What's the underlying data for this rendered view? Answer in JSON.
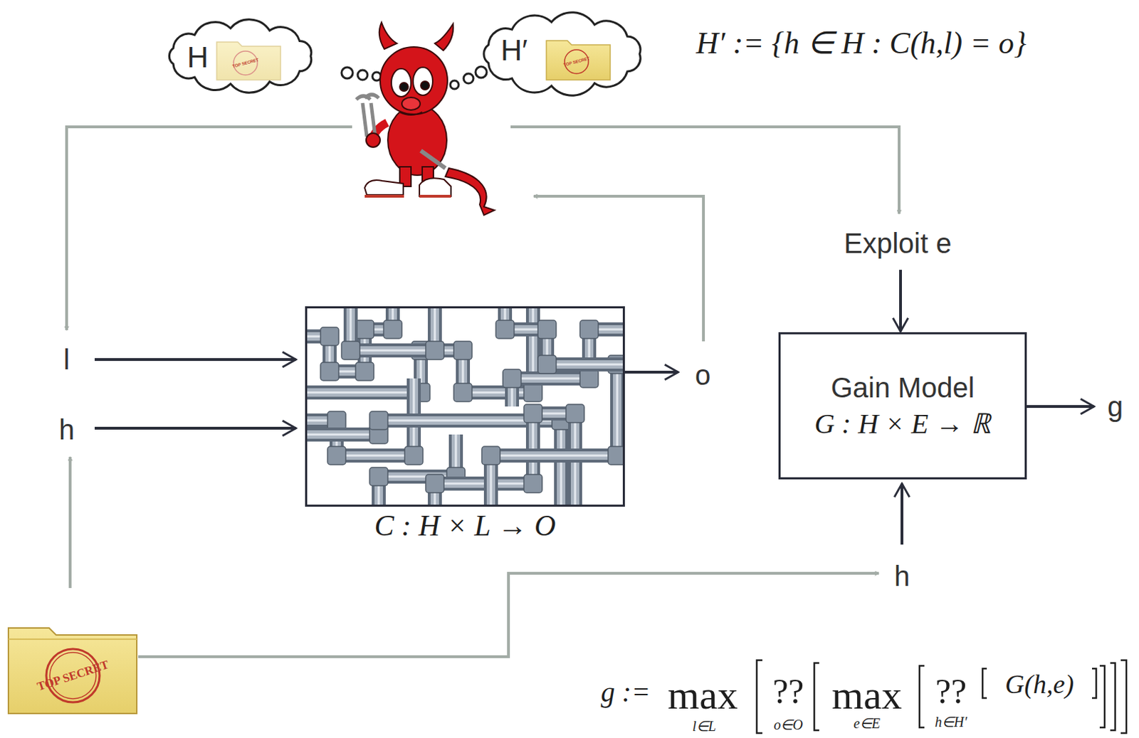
{
  "diagram": {
    "nodes": [
      {
        "text": [
          "C : H × L → O"
        ]
      },
      {
        "text": [
          "Gain Model",
          "G : H × E → ℝ"
        ]
      }
    ],
    "labels": [
      "H",
      "TOP SECRET",
      "H′",
      "TOP SECRET",
      "H′ := {h ∈ H : C(h,l) = o}",
      "Exploit e",
      "l",
      "h",
      "o",
      "g",
      "h",
      "TOP SECRET",
      "g :=",
      "max",
      "l∈L",
      "??",
      "o∈O",
      "max",
      "e∈E",
      "??",
      "h∈H′",
      "G(h,e)"
    ]
  }
}
